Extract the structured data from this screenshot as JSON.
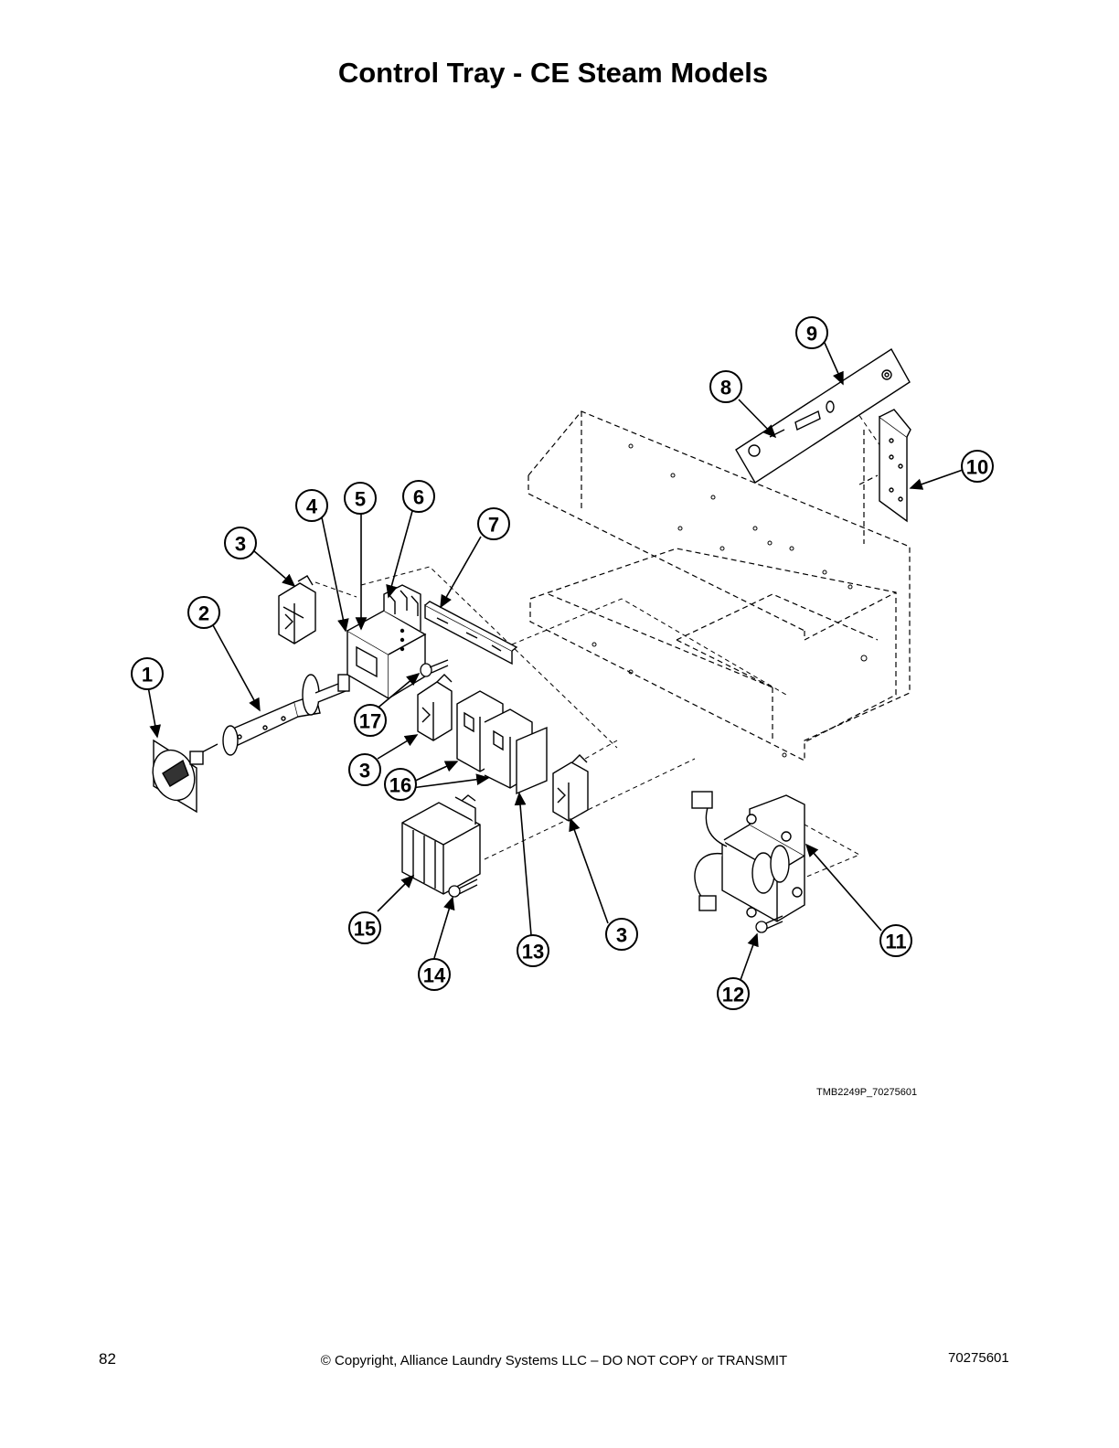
{
  "page": {
    "title": "Control Tray - CE Steam Models",
    "figure_id": "TMB2249P_70275601",
    "footer": {
      "page_number": "82",
      "copyright": "© Copyright, Alliance Laundry Systems LLC – DO NOT COPY or TRANSMIT",
      "doc_number": "70275601"
    }
  },
  "callouts": [
    "1",
    "2",
    "3",
    "3",
    "3",
    "4",
    "5",
    "6",
    "7",
    "8",
    "9",
    "10",
    "11",
    "12",
    "13",
    "14",
    "15",
    "16",
    "17"
  ]
}
